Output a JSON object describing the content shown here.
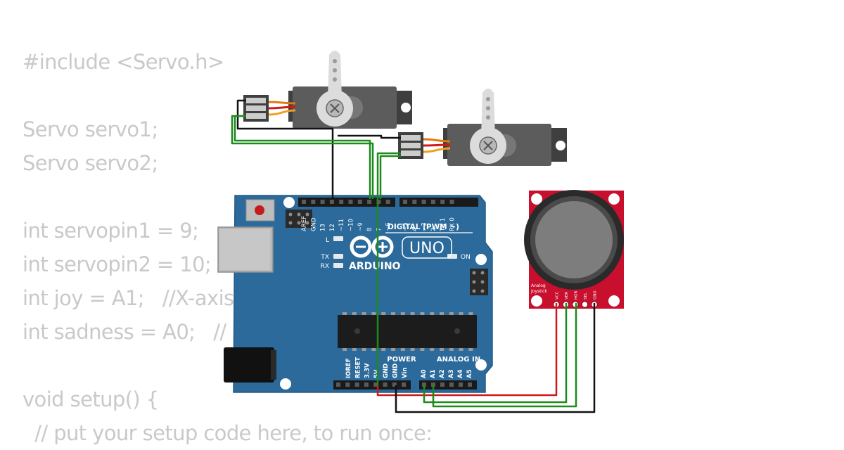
{
  "code_lines": [
    "#include <Servo.h>",
    "",
    "Servo servo1;",
    "Servo servo2;",
    "",
    "int servopin1 = 9;",
    "int servopin2 = 10;",
    "int joy = A1;   //X-axis",
    "int sadness = A0;   //",
    "",
    "void setup() {",
    "  // put your setup code here, to run once:"
  ],
  "arduino": {
    "brand": "ARDUINO",
    "model": "UNO",
    "digital_header": "DIGITAL (PWM ~)",
    "digital_pins": [
      "AREF",
      "GND",
      "13",
      "12",
      "~11",
      "~10",
      "~9",
      "8",
      "7",
      "~6",
      "~5",
      "4",
      "~3",
      "2",
      "TX 1",
      "RX 0"
    ],
    "power_header": "POWER",
    "power_pins": [
      "IOREF",
      "RESET",
      "3.3V",
      "5V",
      "GND",
      "GND",
      "Vin"
    ],
    "analog_header": "ANALOG IN",
    "analog_pins": [
      "A0",
      "A1",
      "A2",
      "A3",
      "A4",
      "A5"
    ],
    "led_l": "L",
    "led_tx": "TX",
    "led_rx": "RX",
    "led_on": "ON"
  },
  "joystick": {
    "label_line1": "Analog",
    "label_line2": "Joystick",
    "pins": [
      "VCC",
      "VER",
      "HOR",
      "SEL",
      "GND"
    ]
  },
  "colors": {
    "board": "#2b6a9a",
    "joystick_board": "#c8102e",
    "wire_power": "#d01a1a",
    "wire_ground": "#111111",
    "wire_signal": "#1d8a1d",
    "servo_body": "#5c5c5c",
    "code_text": "#c9c9c9"
  }
}
